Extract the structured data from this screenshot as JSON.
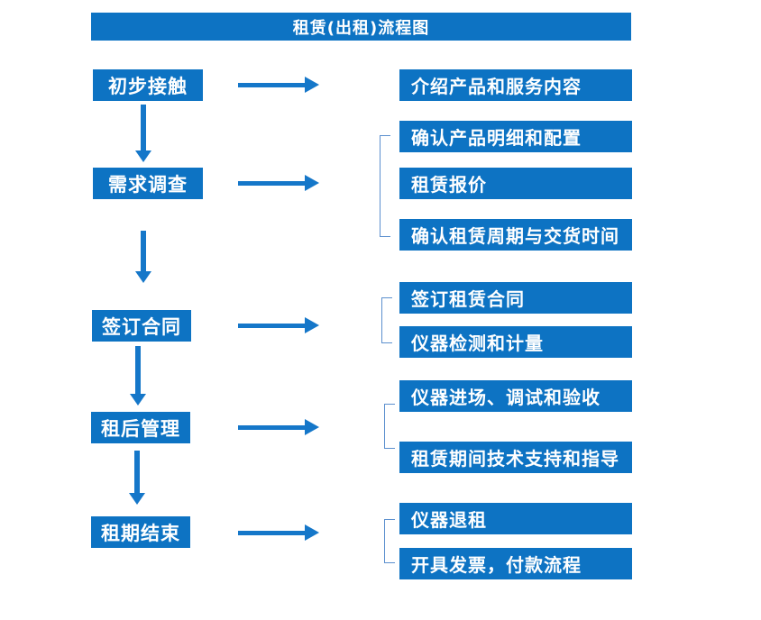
{
  "title": "租赁(出租)流程图",
  "steps": [
    {
      "label": "初步接触",
      "details": [
        "介绍产品和服务内容"
      ]
    },
    {
      "label": "需求调查",
      "details": [
        "确认产品明细和配置",
        "租赁报价",
        "确认租赁周期与交货时间"
      ]
    },
    {
      "label": "签订合同",
      "details": [
        "签订租赁合同",
        "仪器检测和计量"
      ]
    },
    {
      "label": "租后管理",
      "details": [
        "仪器进场、调试和验收",
        "租赁期间技术支持和指导"
      ]
    },
    {
      "label": "租期结束",
      "details": [
        "仪器退租",
        "开具发票，付款流程"
      ]
    }
  ],
  "colors": {
    "box_blue": "#0d73c3",
    "arrow_blue": "#1577c9",
    "bracket_blue": "#5b8fce",
    "text_white": "#ffffff",
    "background": "#ffffff"
  }
}
